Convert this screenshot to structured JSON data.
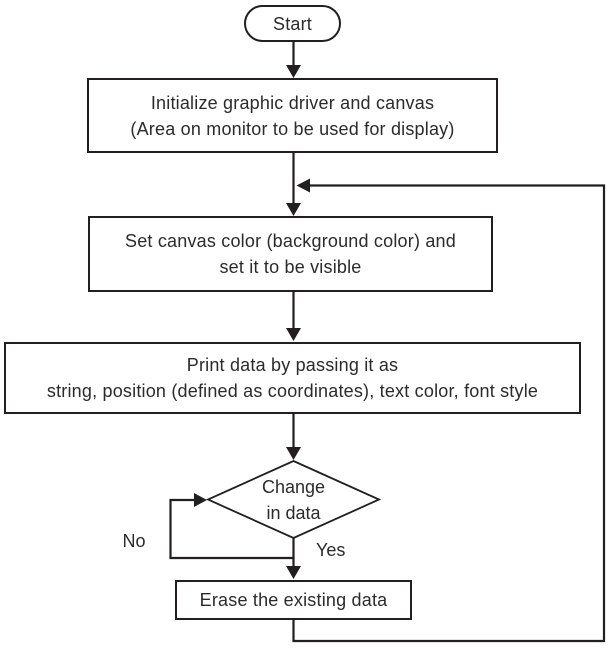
{
  "flowchart": {
    "start_label": "Start",
    "init_box": {
      "line1": "Initialize graphic driver and canvas",
      "line2": "(Area on monitor to be used for display)"
    },
    "canvas_box": {
      "line1": "Set canvas color (background color) and",
      "line2": "set it to be visible"
    },
    "print_box": {
      "line1": "Print data by passing it as",
      "line2": "string, position (defined as coordinates), text color, font style"
    },
    "decision": {
      "line1": "Change",
      "line2": "in data"
    },
    "branch_labels": {
      "no": "No",
      "yes": "Yes"
    },
    "erase_box": {
      "label": "Erase the existing data"
    },
    "colors": {
      "line": "#231f20",
      "text": "#2b2b2b",
      "background": "#ffffff"
    }
  }
}
